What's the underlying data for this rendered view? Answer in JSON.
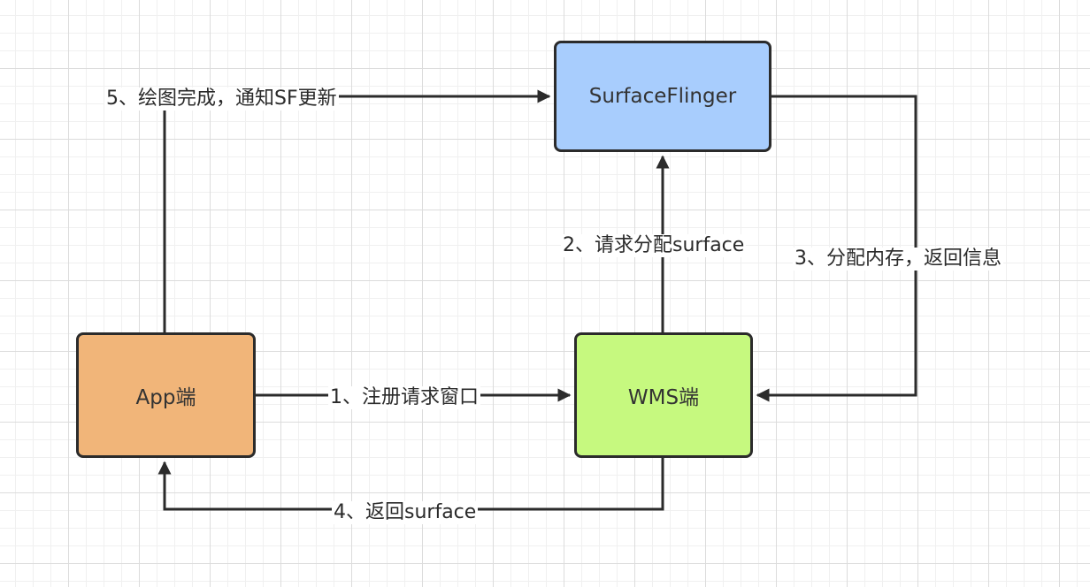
{
  "colors": {
    "line": "#2b2b2b",
    "surfaceflinger_fill": "#a8cdfd",
    "app_fill": "#f1b579",
    "wms_fill": "#c6f97f"
  },
  "nodes": {
    "surfaceflinger": "SurfaceFlinger",
    "app": "App端",
    "wms": "WMS端"
  },
  "edges": {
    "e1": "1、注册请求窗口",
    "e2": "2、请求分配surface",
    "e3": "3、分配内存，返回信息",
    "e4": "4、返回surface",
    "e5": "5、绘图完成，通知SF更新"
  }
}
